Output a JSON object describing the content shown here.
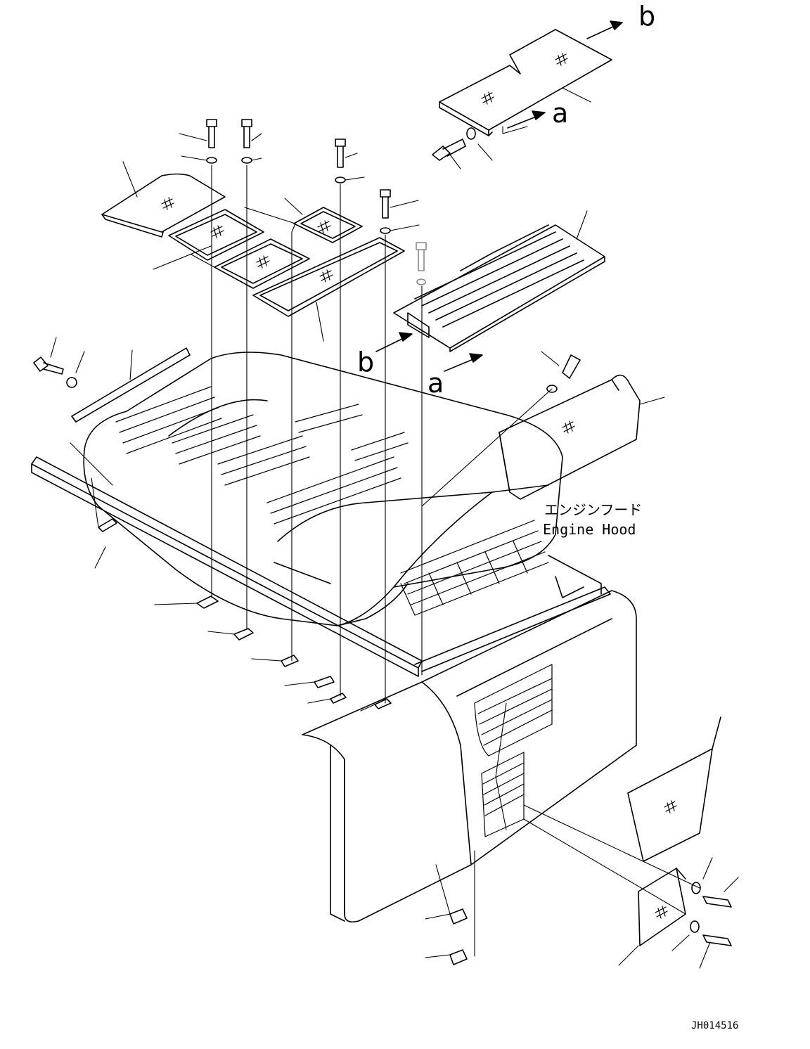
{
  "labels": {
    "engine_hood_jp": "エンジンフード",
    "engine_hood_en": "Engine Hood",
    "drawing_no": "JH014516",
    "ref_a_top": "a",
    "ref_b_top": "b",
    "ref_a_mid": "a",
    "ref_b_mid": "b"
  }
}
